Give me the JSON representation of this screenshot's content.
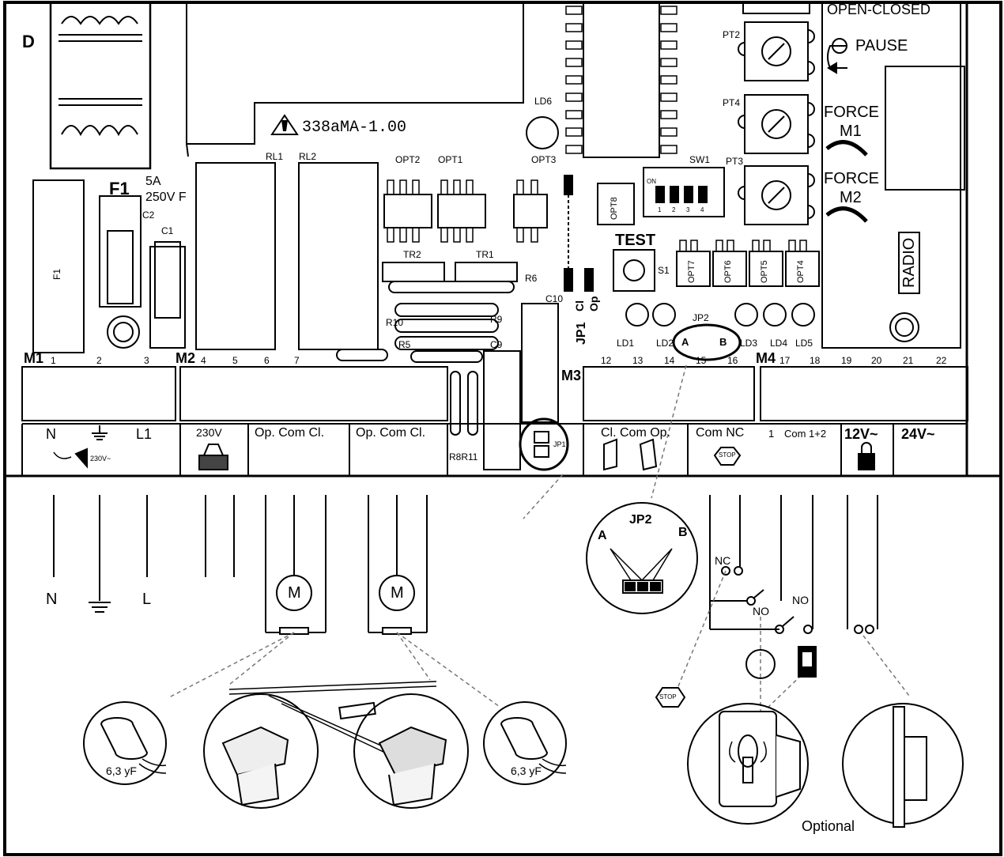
{
  "panel": {
    "letter": "D"
  },
  "board": {
    "model": "338aMA-1.00",
    "modes": {
      "open_closed": "OPEN-CLOSED",
      "pause": "PAUSE",
      "force_m1_a": "FORCE",
      "force_m1_b": "M1",
      "force_m2_a": "FORCE",
      "force_m2_b": "M2",
      "radio": "RADIO"
    },
    "fuse": {
      "label": "F1",
      "rating_a": "5A",
      "rating_b": "250V F",
      "body": "F1"
    },
    "components": {
      "c1": "C1",
      "c2": "C2",
      "rl1": "RL1",
      "rl2": "RL2",
      "opt1": "OPT1",
      "opt2": "OPT2",
      "opt3": "OPT3",
      "ld6": "LD6",
      "pt2": "PT2",
      "pt3": "PT3",
      "pt4": "PT4",
      "sw1": "SW1",
      "sw_on": "ON",
      "sw_nums": [
        "1",
        "2",
        "3",
        "4"
      ],
      "opt8": "OPT8",
      "test": "TEST",
      "s1": "S1",
      "opt7": "OPT7",
      "opt6": "OPT6",
      "opt5": "OPT5",
      "opt4": "OPT4",
      "tr1": "TR1",
      "tr2": "TR2",
      "r6": "R6",
      "r9": "R9",
      "r10": "R10",
      "r5": "R5",
      "c9": "C9",
      "c10": "C10",
      "r8r11": "R8R11",
      "jp1": "JP1",
      "cl": "Cl",
      "op": "Op",
      "jp2": "JP2",
      "jp2_a": "A",
      "jp2_b": "B",
      "ld1": "LD1",
      "ld2": "LD2",
      "ld3": "LD3",
      "ld4": "LD4",
      "ld5": "LD5"
    },
    "terminal_blocks": {
      "m1": "M1",
      "m2": "M2",
      "m3": "M3",
      "m4": "M4"
    },
    "terminals": [
      "1",
      "2",
      "3",
      "4",
      "5",
      "6",
      "7",
      "12",
      "13",
      "14",
      "15",
      "16",
      "17",
      "18",
      "19",
      "20",
      "21",
      "22"
    ],
    "labels": {
      "n": "N",
      "l1": "L1",
      "v230": "230V~",
      "v230_lamp": "230V",
      "motor1": "Op. Com Cl.",
      "motor2": "Op. Com Cl.",
      "photocells": "Cl. Com Op.",
      "com_nc": "Com NC",
      "one": "1",
      "com12": "Com 1+2",
      "v12": "12V~",
      "v24": "24V~",
      "stop": "STOP",
      "jp1_small": "JP1"
    }
  },
  "wiring": {
    "n": "N",
    "l": "L",
    "motor": "M",
    "nc": "NC",
    "no1": "NO",
    "no2": "NO",
    "jp2_zoom": {
      "title": "JP2",
      "a": "A",
      "b": "B"
    },
    "capacitor": "6,3 yF",
    "stop": "STOP",
    "optional": "Optional"
  }
}
